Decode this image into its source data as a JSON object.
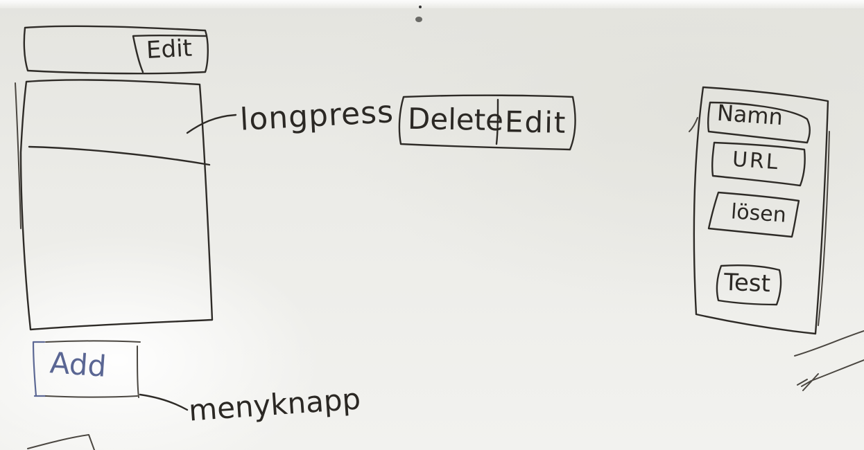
{
  "phone_list_sketch": {
    "edit_button": "Edit",
    "add_button": "Add"
  },
  "annotations": {
    "longpress": "longpress",
    "menu_button": "menyknapp"
  },
  "context_menu": {
    "delete": "Delete",
    "edit": "Edit"
  },
  "form_sketch": {
    "name_field": "Namn",
    "url_field": "URL",
    "password_field": "lösen",
    "test_button": "Test"
  },
  "colors": {
    "ink": "#2e2b27",
    "blue_ink": "#5c6894",
    "board": "#ecece8"
  }
}
